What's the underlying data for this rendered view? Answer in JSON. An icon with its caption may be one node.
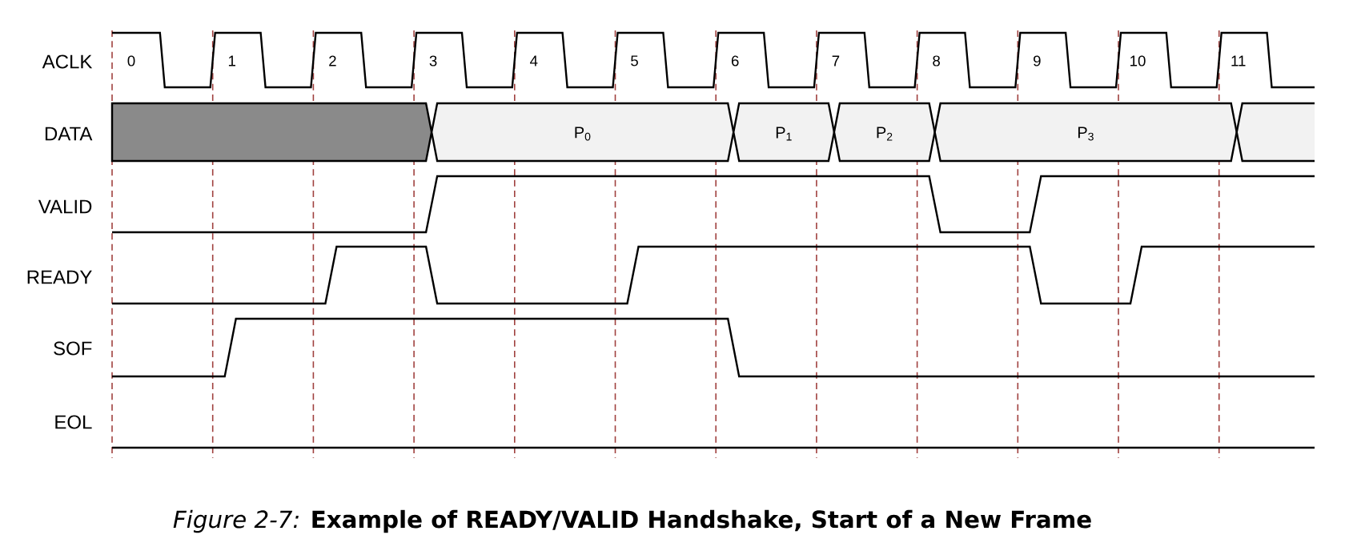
{
  "diagram": {
    "caption": "*Figure 2-7:*    **Example of READY/VALID Handshake, Start of a New Frame**",
    "labels": [
      "ACLK",
      "0",
      "1",
      "2",
      "3",
      "4",
      "5",
      "6",
      "7",
      "8",
      "9",
      "10",
      "11",
      "DATA",
      "P$_{0}$",
      "P$_{1}$",
      "P$_{2}$",
      "P$_{3}$",
      "VALID",
      "READY",
      "SOF",
      "EOL"
    ]
  }
}
